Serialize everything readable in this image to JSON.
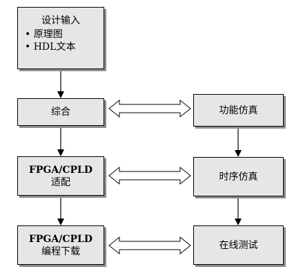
{
  "design_input": {
    "title": "设计输入",
    "items": [
      "• 原理图",
      "• HDL文本"
    ]
  },
  "synthesis": {
    "label": "综合"
  },
  "fit": {
    "line1": "FPGA/CPLD",
    "line2": "适配"
  },
  "program": {
    "line1": "FPGA/CPLD",
    "line2": "编程下载"
  },
  "functional_sim": {
    "label": "功能仿真"
  },
  "timing_sim": {
    "label": "时序仿真"
  },
  "online_test": {
    "label": "在线测试"
  },
  "colors": {
    "box_fill": "#e6e6e6",
    "box_shadow": "#8c8c8c",
    "line": "#000000"
  }
}
